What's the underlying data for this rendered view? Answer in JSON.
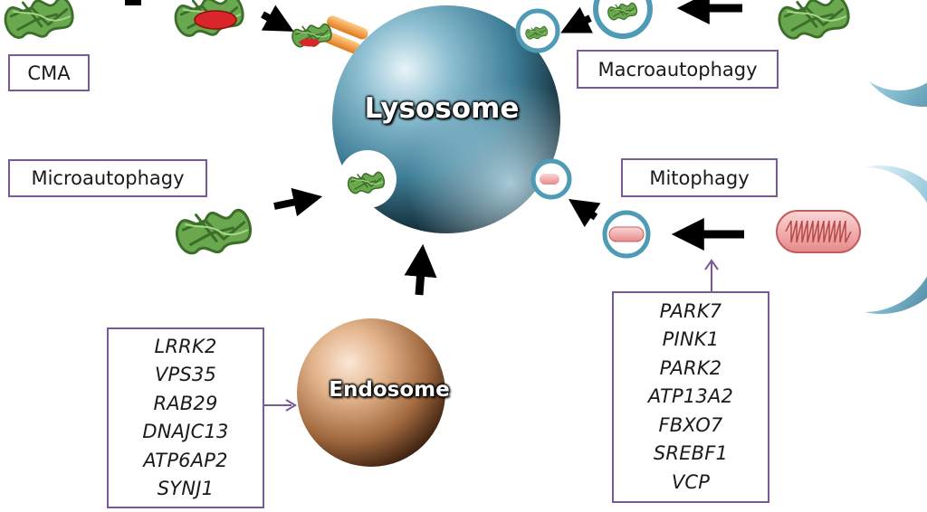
{
  "pathways": {
    "cma": "CMA",
    "macroautophagy": "Macroautophagy",
    "microautophagy": "Microautophagy",
    "mitophagy": "Mitophagy"
  },
  "organelles": {
    "lysosome": "Lysosome",
    "endosome": "Endosome"
  },
  "endosome_genes": [
    "LRRK2",
    "VPS35",
    "RAB29",
    "DNAJC13",
    "ATP6AP2",
    "SYNJ1"
  ],
  "mitophagy_genes": [
    "PARK7",
    "PINK1",
    "PARK2",
    "ATP13A2",
    "FBXO7",
    "SREBF1",
    "VCP"
  ],
  "colors": {
    "box_border": "#7a5a96",
    "lysosome": "#4f8fa8",
    "endosome": "#d9a071",
    "protein": "#6aa84f",
    "mitochondrion": "#f2a5a5",
    "arrow": "#000000"
  }
}
